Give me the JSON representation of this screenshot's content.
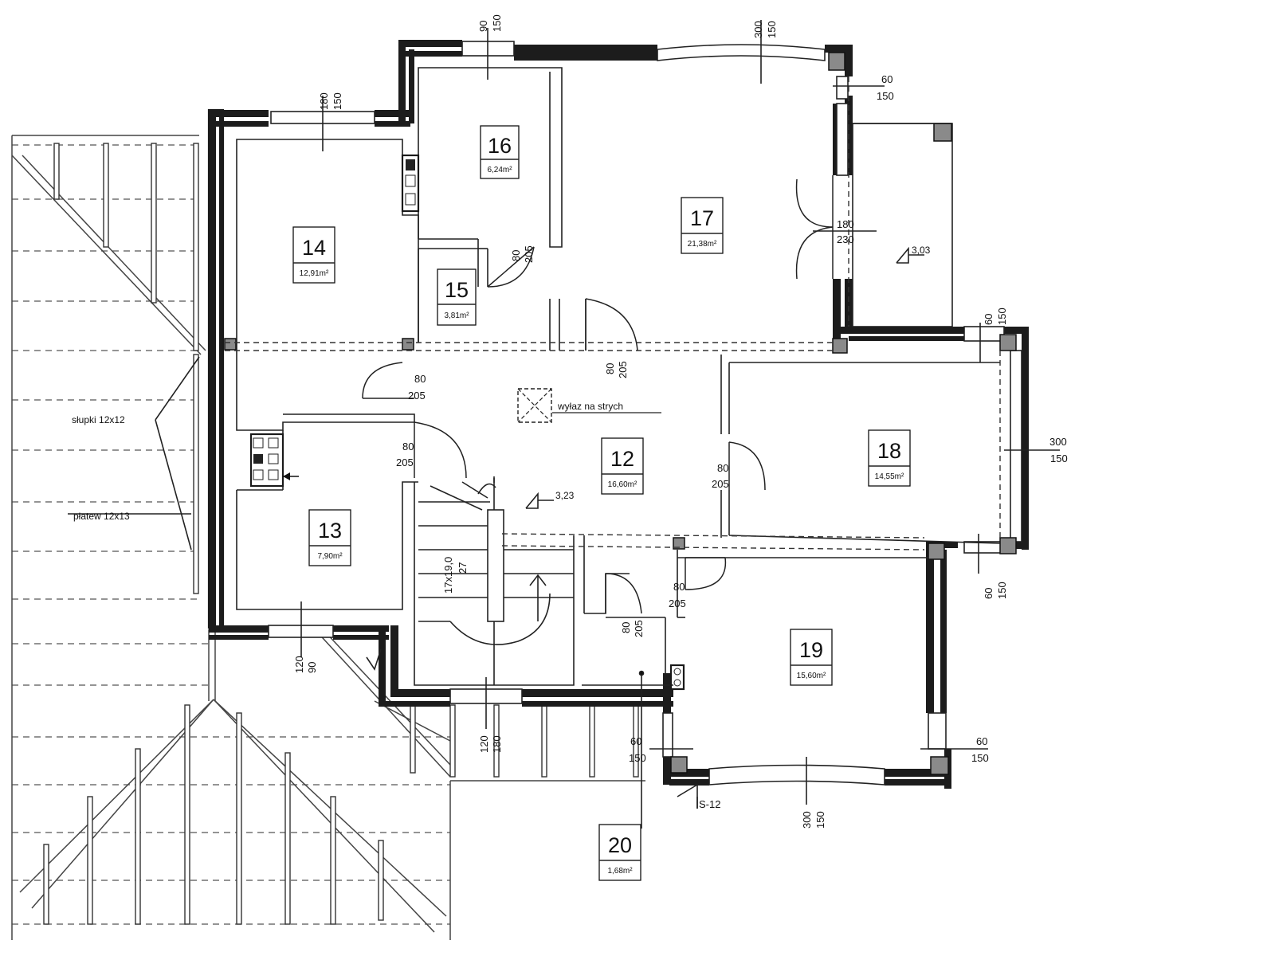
{
  "rooms": {
    "r12": {
      "number": "12",
      "area": "16,60m²"
    },
    "r13": {
      "number": "13",
      "area": "7,90m²"
    },
    "r14": {
      "number": "14",
      "area": "12,91m²"
    },
    "r15": {
      "number": "15",
      "area": "3,81m²"
    },
    "r16": {
      "number": "16",
      "area": "6,24m²"
    },
    "r17": {
      "number": "17",
      "area": "21,38m²"
    },
    "r18": {
      "number": "18",
      "area": "14,55m²"
    },
    "r19": {
      "number": "19",
      "area": "15,60m²"
    },
    "r20": {
      "number": "20",
      "area": "1,68m²"
    }
  },
  "labels": {
    "attic_hatch": "wyłaz na strych",
    "posts": "słupki 12x12",
    "purlin": "płatew 12x13",
    "stairs_steps": "17x19,0",
    "stairs_width": "27",
    "section": "S-12"
  },
  "levels": {
    "terrace": "3,03",
    "hall": "3,23"
  },
  "openings": {
    "w14_top": "180",
    "w14_bot": "150",
    "w16_top": "90",
    "w16_bot": "150",
    "w17_top": "300",
    "w17_bot": "150",
    "w17r_top": "60",
    "w17r_bot": "150",
    "d17_top": "180",
    "d17_bot": "230",
    "w18t_top": "60",
    "w18t_bot": "150",
    "w18r_top": "300",
    "w18r_bot": "150",
    "w18b_top": "60",
    "w18b_bot": "150",
    "w19r_top": "60",
    "w19r_bot": "150",
    "w19b_top": "300",
    "w19b_bot": "150",
    "w19l_top": "60",
    "w19l_bot": "150",
    "w13_top": "120",
    "w13_bot": "90",
    "wst_top": "120",
    "wst_bot": "180",
    "d15_top": "80",
    "d15_bot": "205",
    "dh17_top": "80",
    "dh17_bot": "205",
    "d14_top": "80",
    "d14_bot": "205",
    "d13_top": "80",
    "d13_bot": "205",
    "d18_top": "80",
    "d18_bot": "205",
    "d19_top": "80",
    "d19_bot": "205",
    "d20_top": "80",
    "d20_bot": "205"
  }
}
